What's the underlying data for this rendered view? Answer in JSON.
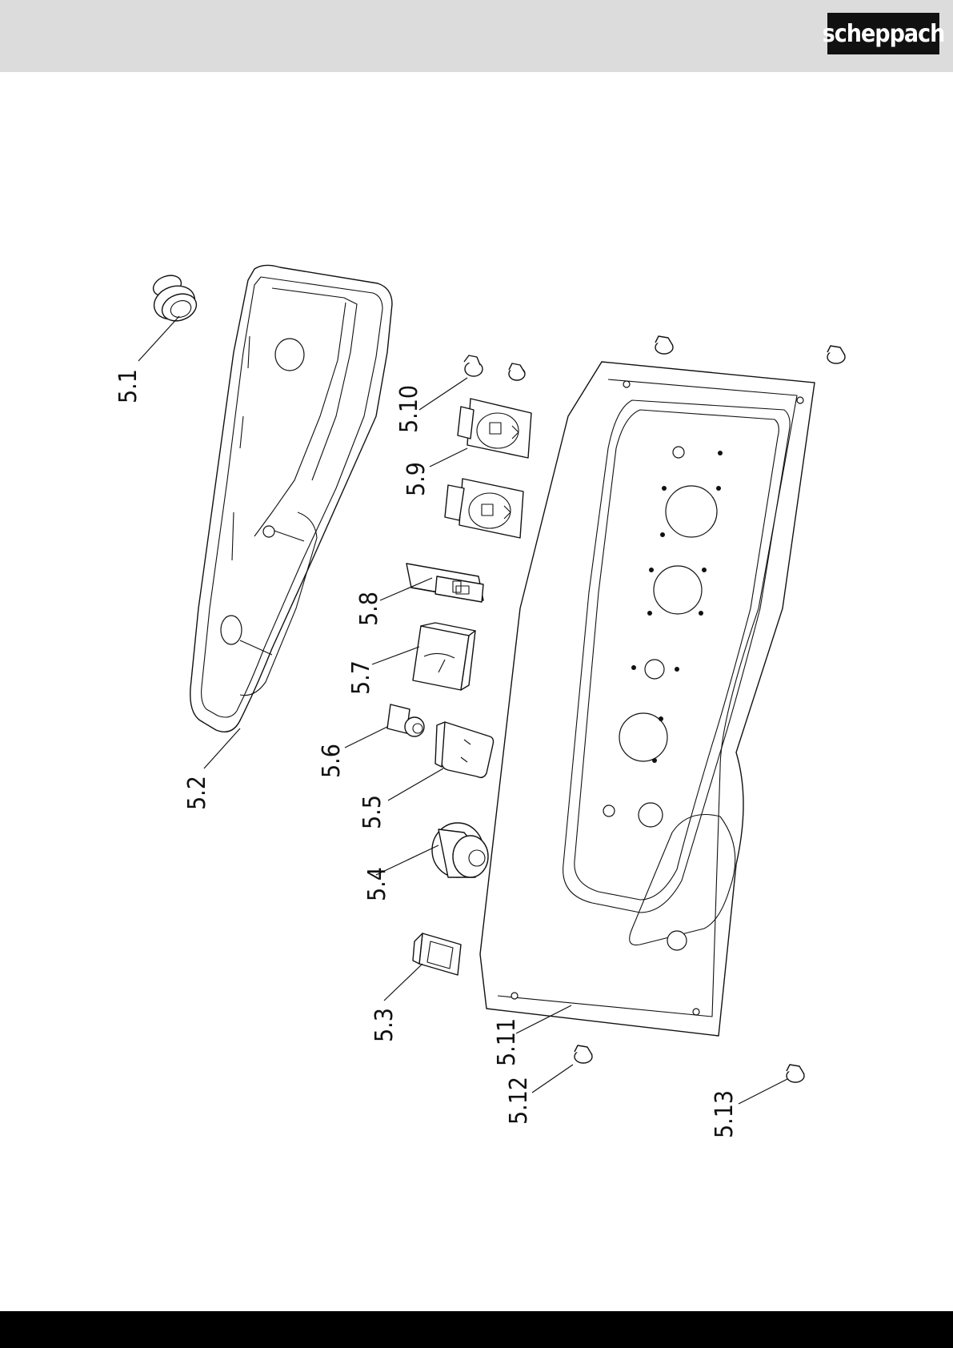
{
  "header": {
    "logo_text": "scheppach"
  },
  "diagram": {
    "parts": [
      {
        "id": "5.1"
      },
      {
        "id": "5.2"
      },
      {
        "id": "5.3"
      },
      {
        "id": "5.4"
      },
      {
        "id": "5.5"
      },
      {
        "id": "5.6"
      },
      {
        "id": "5.7"
      },
      {
        "id": "5.8"
      },
      {
        "id": "5.9"
      },
      {
        "id": "5.10"
      },
      {
        "id": "5.11"
      },
      {
        "id": "5.12"
      },
      {
        "id": "5.13"
      }
    ]
  }
}
